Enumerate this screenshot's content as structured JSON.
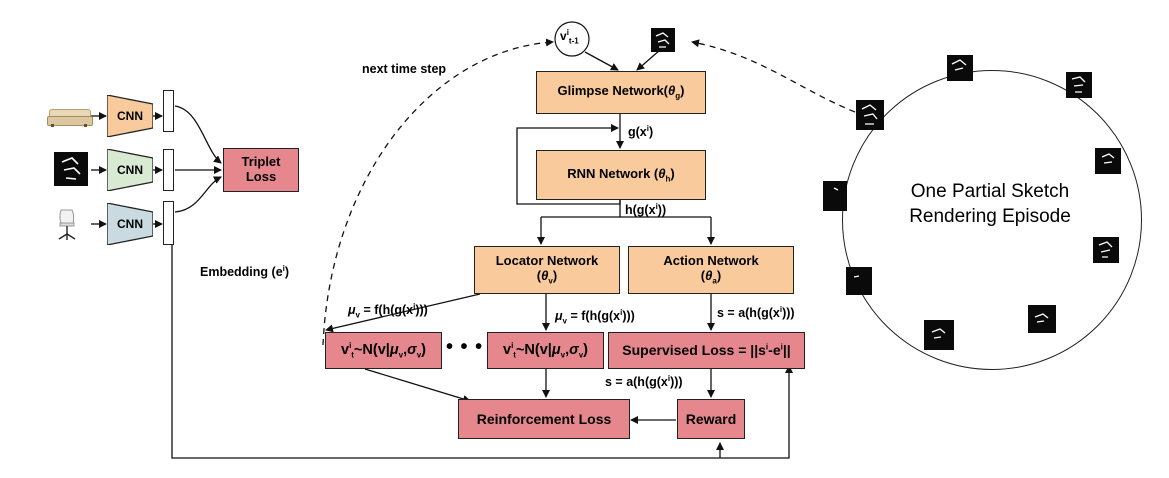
{
  "encoders": [
    {
      "label": "CNN",
      "fill": "#f9cb9c",
      "input_icon": "sofa-image-icon"
    },
    {
      "label": "CNN",
      "fill": "#d9ead3",
      "input_icon": "sketch-thumbnail-icon"
    },
    {
      "label": "CNN",
      "fill": "#c9dbe0",
      "input_icon": "chair-image-icon"
    }
  ],
  "triplet_loss": "Triplet Loss",
  "embedding_label": "Embedding (e",
  "embedding_sup": "i",
  "embedding_tail": ")",
  "next_time_step": "next time step",
  "v_prev": {
    "base": "v",
    "sup": "i",
    "sub": "t-1"
  },
  "glimpse": {
    "text": "Glimpse Network(",
    "theta": "θ",
    "sub": "g",
    "close": ")"
  },
  "g_label": {
    "text": "g(x",
    "sup": "i",
    "close": ")"
  },
  "rnn": {
    "text": "RNN Network (",
    "theta": "θ",
    "sub": "h",
    "close": ")"
  },
  "h_label": {
    "text": "h(g(x",
    "sup": "i",
    "close": "))"
  },
  "locator": {
    "line1": "Locator Network",
    "theta": "θ",
    "sub": "v"
  },
  "action": {
    "line1": "Action Network",
    "theta": "θ",
    "sub": "a"
  },
  "mu_left": {
    "mu": "μ",
    "sub": "v",
    "text": " = f(h(g(x",
    "sup": "i",
    "close": ")))"
  },
  "mu_mid": {
    "mu": "μ",
    "sub": "v",
    "text": " = f(h(g(x",
    "sup": "i",
    "close": ")))"
  },
  "s_right": {
    "text": "s = a(h(g(x",
    "sup": "i",
    "close": ")))"
  },
  "s_lower": {
    "text": "s = a(h(g(x",
    "sup": "i",
    "close": ")))"
  },
  "sample_box": {
    "v": "v",
    "sup": "i",
    "sub": "t",
    "text": "~N(v|",
    "mu": "μ",
    "mu_sub": "v",
    "sigma": "σ",
    "sigma_sub": "v",
    "close": ")"
  },
  "ellipsis": "• • •",
  "supervised": {
    "text": "Supervised Loss = ||s",
    "sup1": "i",
    "mid": "-e",
    "sup2": "i",
    "close": "||"
  },
  "reinforcement": "Reinforcement Loss",
  "reward": "Reward",
  "episode_line1": "One Partial Sketch",
  "episode_line2": "Rendering Episode",
  "colors": {
    "orange": "#f9cb9c",
    "pink": "#e6878e",
    "sketch": "#0a0a0a"
  }
}
